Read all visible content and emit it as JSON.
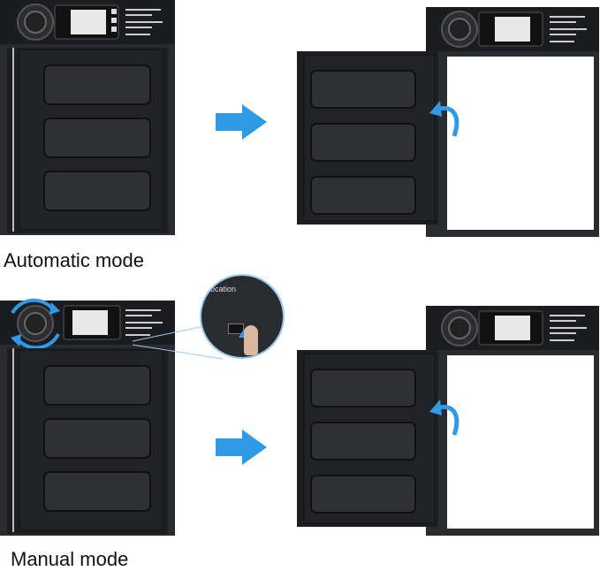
{
  "captions": {
    "automatic": "Automatic mode",
    "manual": "Manual mode"
  },
  "callout": {
    "label": "ocation"
  },
  "colors": {
    "door": "#1d1e21",
    "frame": "#2a2b2e",
    "panel": "#2f3034",
    "arrow": "#2f9be6",
    "lcd": "#e8e8e8"
  },
  "icons": {
    "mode_arrow": "blue-right-arrow-icon",
    "door_swing": "curved-arrow-icon",
    "knob": "gear-knob-icon"
  }
}
